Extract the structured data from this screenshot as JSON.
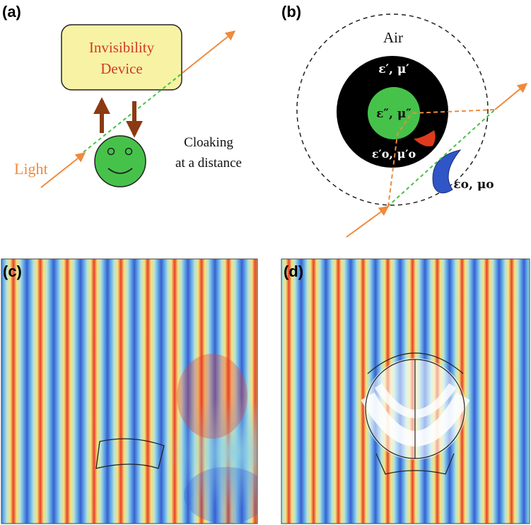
{
  "panels": {
    "a": {
      "label": "(a)",
      "device_line1": "Invisibility",
      "device_line2": "Device",
      "light": "Light",
      "cloak_line1": "Cloaking",
      "cloak_line2": "at a distance"
    },
    "b": {
      "label": "(b)",
      "air": "Air",
      "shell_params": "ε′, μ′",
      "core_params": "ε″, μ″",
      "antiobject_params": "ε′o, μ′o",
      "object_params": "εo, μo"
    },
    "c": {
      "label": "(c)"
    },
    "d": {
      "label": "(d)"
    }
  },
  "colors": {
    "orange": "#f08a3c",
    "device_fill": "#f8f2a4",
    "device_text": "#d03a2a",
    "green": "#46c24a",
    "arrow_brown": "#8b3a12",
    "blue_object": "#2f55c6",
    "red_antiobject": "#e03a1e"
  }
}
